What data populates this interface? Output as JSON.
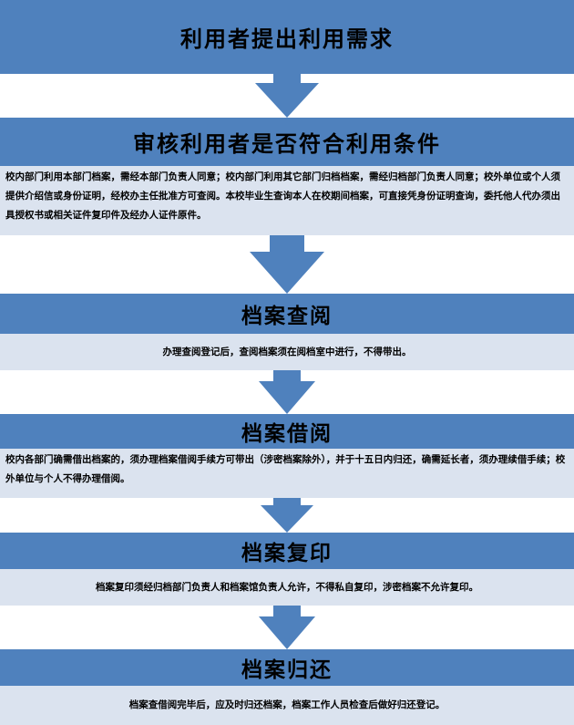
{
  "steps": [
    {
      "title": "利用者提出利用需求"
    },
    {
      "title": "审核利用者是否符合利用条件",
      "desc": "校内部门利用本部门档案，需经本部门负责人同意；校内部门利用其它部门归档档案，需经归档部门负责人同意；校外单位或个人须提供介绍信或身份证明，经校办主任批准方可查阅。本校毕业生查询本人在校期间档案，可直接凭身份证明查询，委托他人代办须出具授权书或相关证件复印件及经办人证件原件。"
    },
    {
      "title": "档案查阅",
      "desc": "办理查阅登记后，查阅档案须在阅档室中进行，不得带出。"
    },
    {
      "title": "档案借阅",
      "desc": "校内各部门确需借出档案的，须办理档案借阅手续方可带出（涉密档案除外），并于十五日内归还，确需延长者，须办理续借手续；校外单位与个人不得办理借阅。"
    },
    {
      "title": "档案复印",
      "desc": "档案复印须经归档部门负责人和档案馆负责人允许，不得私自复印，涉密档案不允许复印。"
    },
    {
      "title": "档案归还",
      "desc": "档案查借阅完毕后，应及时归还档案，档案工作人员检查后做好归还登记。"
    }
  ],
  "colors": {
    "header": "#4f81bd",
    "desc_bg": "#dbe3ef",
    "arrow": "#4f81bd"
  }
}
